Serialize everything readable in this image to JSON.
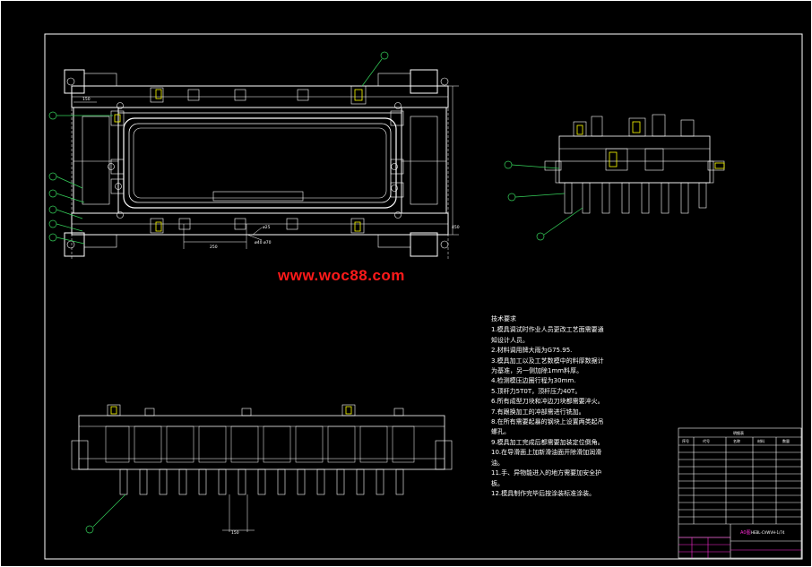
{
  "watermark": "www.woc88.com",
  "technical_requirements": {
    "title": "技术要求",
    "items": [
      "1.模具调试时作业人员更改工艺面需要通",
      "知设计人员。",
      "2.材料调用牌大雨为G75.95.",
      "3.模具加工以及工艺数模中的料厚数据计",
      "为基准，另一侧加除1mm料厚。",
      "4.检测模压边圈行程为30mm.",
      "5.顶杆力5T0T，顶杆压力40T。",
      "6.所有成型刀块和冲边刀块都需要淬火。",
      "7.有跟换加工的冲部需进行铣加。",
      "8.在所有需要起暴的钢块上设置两类起吊",
      "螺孔。",
      "9.模具加工完成后都需要加装定位倒角。",
      "10.在导滑面上加新滑油面开除滑加润滑",
      "油。",
      "11.手、异物能进入的地方需要加安全护",
      "板。",
      "12.模具制作完毕后按涂装标准涂装。"
    ]
  },
  "dimensions": {
    "top_width": "150",
    "left_span": "250",
    "right_height": "450",
    "hole_a": "ø25",
    "hole_b": "ø40",
    "hole_c": "ø70",
    "bottom_width": "150"
  },
  "title_block": {
    "bom_title": "明细表",
    "headers": [
      "序号",
      "代号",
      "名称",
      "材料",
      "数量"
    ],
    "drawing_label": "A0图",
    "part_no_label": "HEBL-CVWVH-1/74"
  },
  "colors": {
    "background": "#000000",
    "outline": "#ffffff",
    "leader": "#35d05a",
    "watermark": "#ff1a1a",
    "title_block_accent": "#ff2bd6",
    "highlight": "#ffff00"
  }
}
